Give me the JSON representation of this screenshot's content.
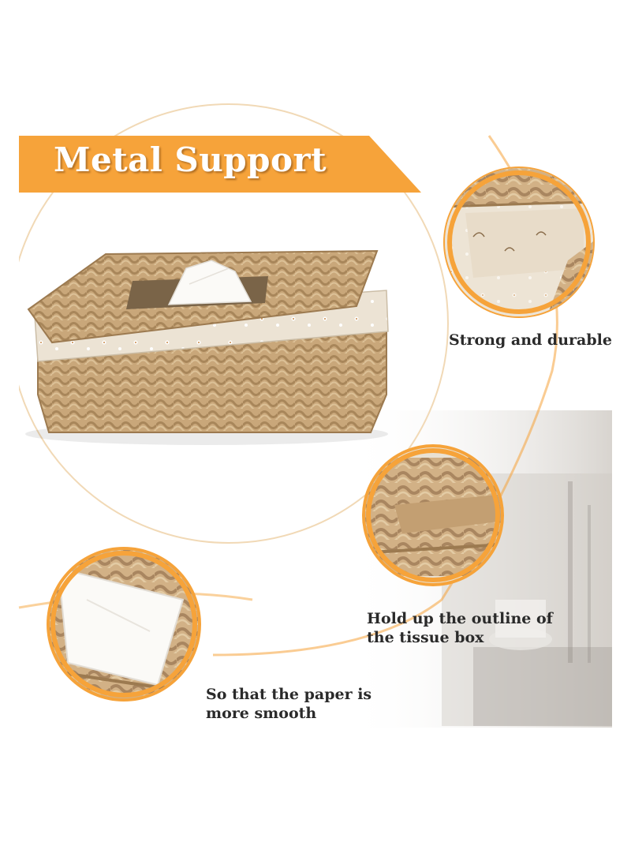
{
  "banner": {
    "title": "Metal Support",
    "color": "#f6a33a"
  },
  "captions": {
    "strong": "Strong and durable",
    "hold_line1": "Hold up the outline of",
    "hold_line2": "the tissue box",
    "paper_line1": "So that the paper is",
    "paper_line2": "more smooth"
  },
  "colors": {
    "accent_orange": "#f6a33a",
    "wicker": "#c9a77a",
    "wicker_dark": "#a8865a",
    "fabric": "#ece3d4",
    "tissue": "#fbfaf7"
  },
  "images": {
    "main_product": "wicker-tissue-box",
    "detail_lid": "lid-fabric-closeup",
    "detail_weave": "weave-corner-closeup",
    "detail_tissue": "tissue-opening-closeup",
    "background": "blurred-table-scene"
  }
}
